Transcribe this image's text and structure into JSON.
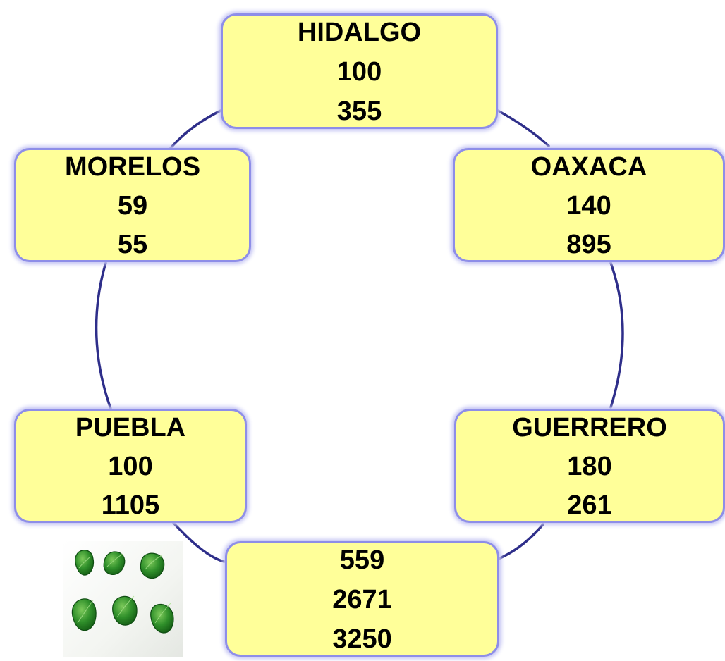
{
  "nodes": {
    "hidalgo": {
      "name": "HIDALGO",
      "value1": "100",
      "value2": "355"
    },
    "morelos": {
      "name": "MORELOS",
      "value1": "59",
      "value2": "55"
    },
    "oaxaca": {
      "name": "OAXACA",
      "value1": "140",
      "value2": "895"
    },
    "puebla": {
      "name": "PUEBLA",
      "value1": "100",
      "value2": "1105"
    },
    "guerrero": {
      "name": "GUERRERO",
      "value1": "180",
      "value2": "261"
    },
    "total": {
      "value1": "559",
      "value2": "2671",
      "value3": "3250"
    }
  },
  "colors": {
    "box_fill": "#ffff99",
    "box_border": "#8e8ee8",
    "connector": "#2e2e8a",
    "text": "#000000"
  },
  "image": {
    "icon": "green-leaves-icon"
  }
}
